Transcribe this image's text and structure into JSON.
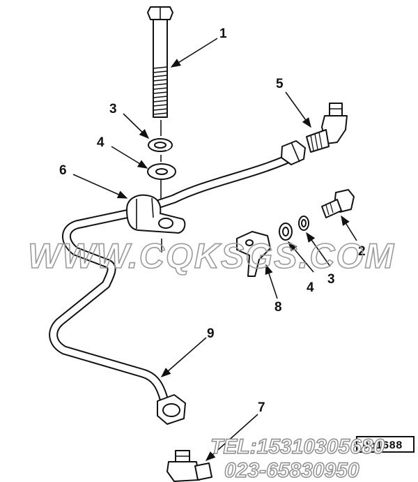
{
  "callouts": {
    "c1": "1",
    "c2": "2",
    "c3a": "3",
    "c3b": "3",
    "c4a": "4",
    "c4b": "4",
    "c5": "5",
    "c6": "6",
    "c7": "7",
    "c8": "8",
    "c9": "9"
  },
  "watermark": {
    "site": "WWW.CQKSGS.COM",
    "tel": "TEL:15310305680",
    "phone": "023-65830950"
  },
  "figure_code": "0p1688"
}
